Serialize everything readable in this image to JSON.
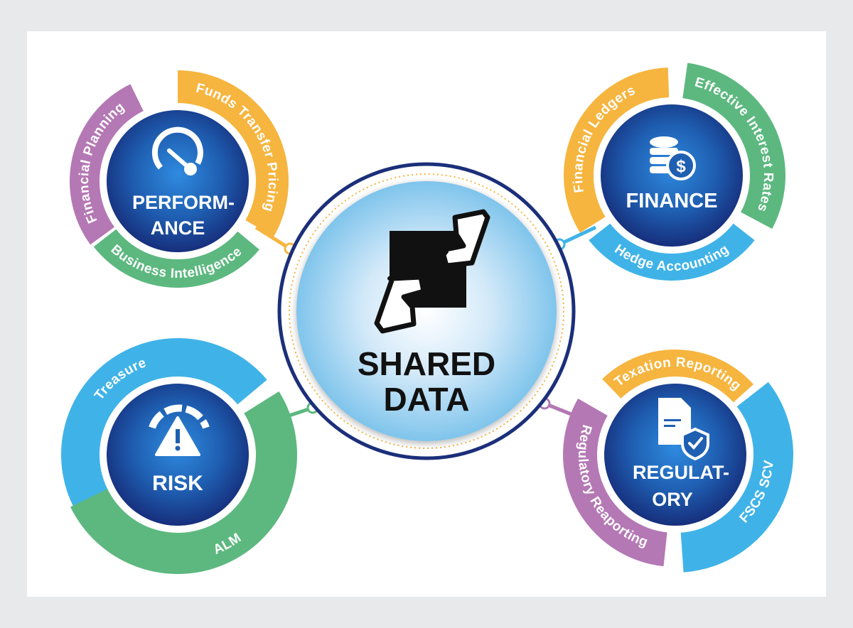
{
  "center": {
    "title_lines": [
      "SHARED",
      "DATA"
    ],
    "icon": "hands-exchanging-document-icon"
  },
  "hubs": {
    "performance": {
      "title_lines": [
        "PERFORM-",
        "ANCE"
      ],
      "icon": "speedometer-gauge-icon",
      "segments": {
        "financial_planning": "Financial Planning",
        "funds_transfer_pricing": "Funds Transfer Pricing",
        "business_intelligence": "Business Intelligence"
      }
    },
    "finance": {
      "title_lines": [
        "FINANCE"
      ],
      "icon": "coin-stack-dollar-icon",
      "segments": {
        "financial_ledgers": "Financial Ledgers",
        "effective_interest_rates": "Effective Interest Rates",
        "hedge_accounting": "Hedge Accounting"
      }
    },
    "risk": {
      "title_lines": [
        "RISK"
      ],
      "icon": "warning-gauge-icon",
      "segments": {
        "treasure": "Treasure",
        "alm": "ALM"
      }
    },
    "regulatory": {
      "title_lines": [
        "REGULAT-",
        "ORY"
      ],
      "icon": "document-shield-check-icon",
      "segments": {
        "texation_reporting": "Texation Reporting",
        "fscs_scv": "FSCS SCV",
        "regulatory_reaporting": "Regulatory Reaporting"
      }
    }
  },
  "colors": {
    "purple": "#b478b4",
    "orange": "#f6b53f",
    "green": "#5cb87f",
    "light_blue": "#3fb3e8",
    "navy": "#1b2f7a",
    "hub_blue": "#1e5fb0"
  }
}
